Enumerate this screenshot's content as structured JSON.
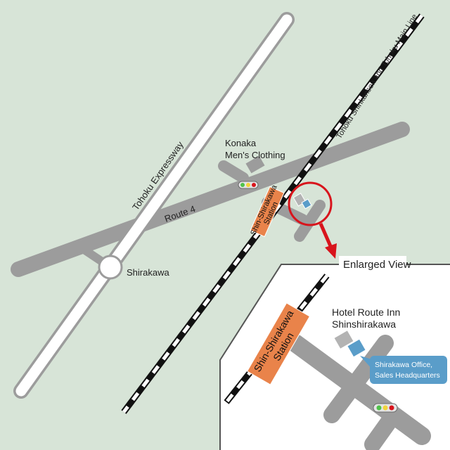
{
  "colors": {
    "background": "#d7e4d7",
    "road": "#9c9c9c",
    "expressway": "#ffffff",
    "station": "#e9834a",
    "office": "#5a9dc9",
    "highlight": "#d8141c",
    "building": "#b3b3b3"
  },
  "labels": {
    "expressway": "Tohoku Expressway",
    "route4": "Route 4",
    "railway": "Tohoku Shinkansen and Tohoku Main Line",
    "konaka_line1": "Konaka",
    "konaka_line2": "Men's Clothing",
    "shirakawa_ic": "Shirakawa",
    "station_small_line1": "Shin-Shirakawa",
    "station_small_line2": "Station",
    "enlarged_view": "Enlarged View",
    "station_large_line1": "Shin-Shirakawa",
    "station_large_line2": "Station",
    "hotel_line1": "Hotel Route Inn",
    "hotel_line2": "Shinshirakawa",
    "office_line1": "Shirakawa Office,",
    "office_line2": "Sales Headquarters"
  },
  "icons": {
    "traffic_light": "traffic-light-icon",
    "interchange": "interchange-circle-icon",
    "highlight_circle": "highlight-circle-icon",
    "pointer_arrow": "red-arrow-icon"
  }
}
